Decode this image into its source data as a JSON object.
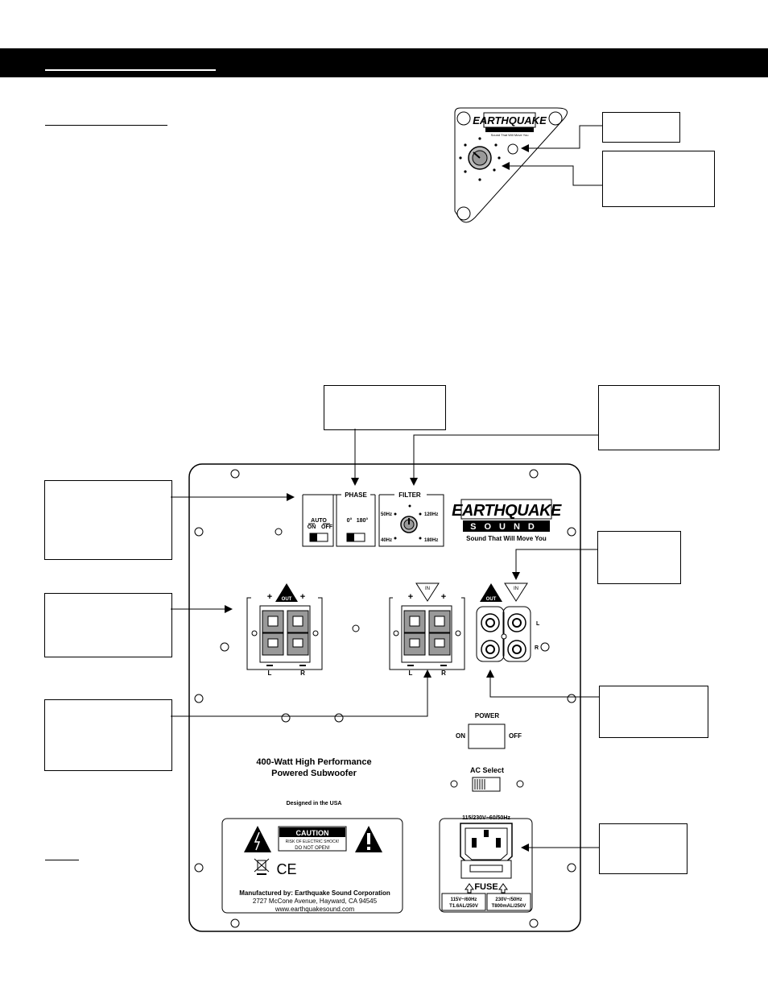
{
  "brand": {
    "logo": "EARTHQUAKE",
    "logo_sub": "SOUND",
    "tagline": "Sound That Will Move You"
  },
  "panel": {
    "phase_label": "PHASE",
    "filter_label": "FILTER",
    "auto_label": "AUTO",
    "on_label": "ON",
    "off_label": "OFF",
    "phase_0": "0°",
    "phase_180": "180°",
    "filter_50": "50Hz",
    "filter_40": "40Hz",
    "filter_120": "120Hz",
    "filter_180": "180Hz",
    "out_label": "OUT",
    "in_label": "IN",
    "plus": "+",
    "minus": "–",
    "left": "L",
    "right": "R",
    "power_label": "POWER",
    "power_on": "ON",
    "power_off": "OFF",
    "product_line1": "400-Watt High Performance",
    "product_line2": "Powered Subwoofer",
    "ac_select": "AC Select",
    "designed": "Designed in the USA",
    "caution": "CAUTION",
    "caution_sub": "RISK OF ELECTRIC SHOCK!",
    "caution_sub2": "DO NOT OPEN!",
    "ce_mark": "CE",
    "mfr_line1": "Manufactured by: Earthquake Sound Corporation",
    "mfr_line2": "2727 McCone Avenue, Hayward, CA 94545",
    "mfr_line3": "www.earthquakesound.com",
    "voltage": "115/230V~60/50Hz",
    "fuse": "FUSE",
    "fuse_115_a": "115V~/60Hz",
    "fuse_115_b": "T1.6AL/250V",
    "fuse_230_a": "230V~/50Hz",
    "fuse_230_b": "T800mAL/250V"
  }
}
